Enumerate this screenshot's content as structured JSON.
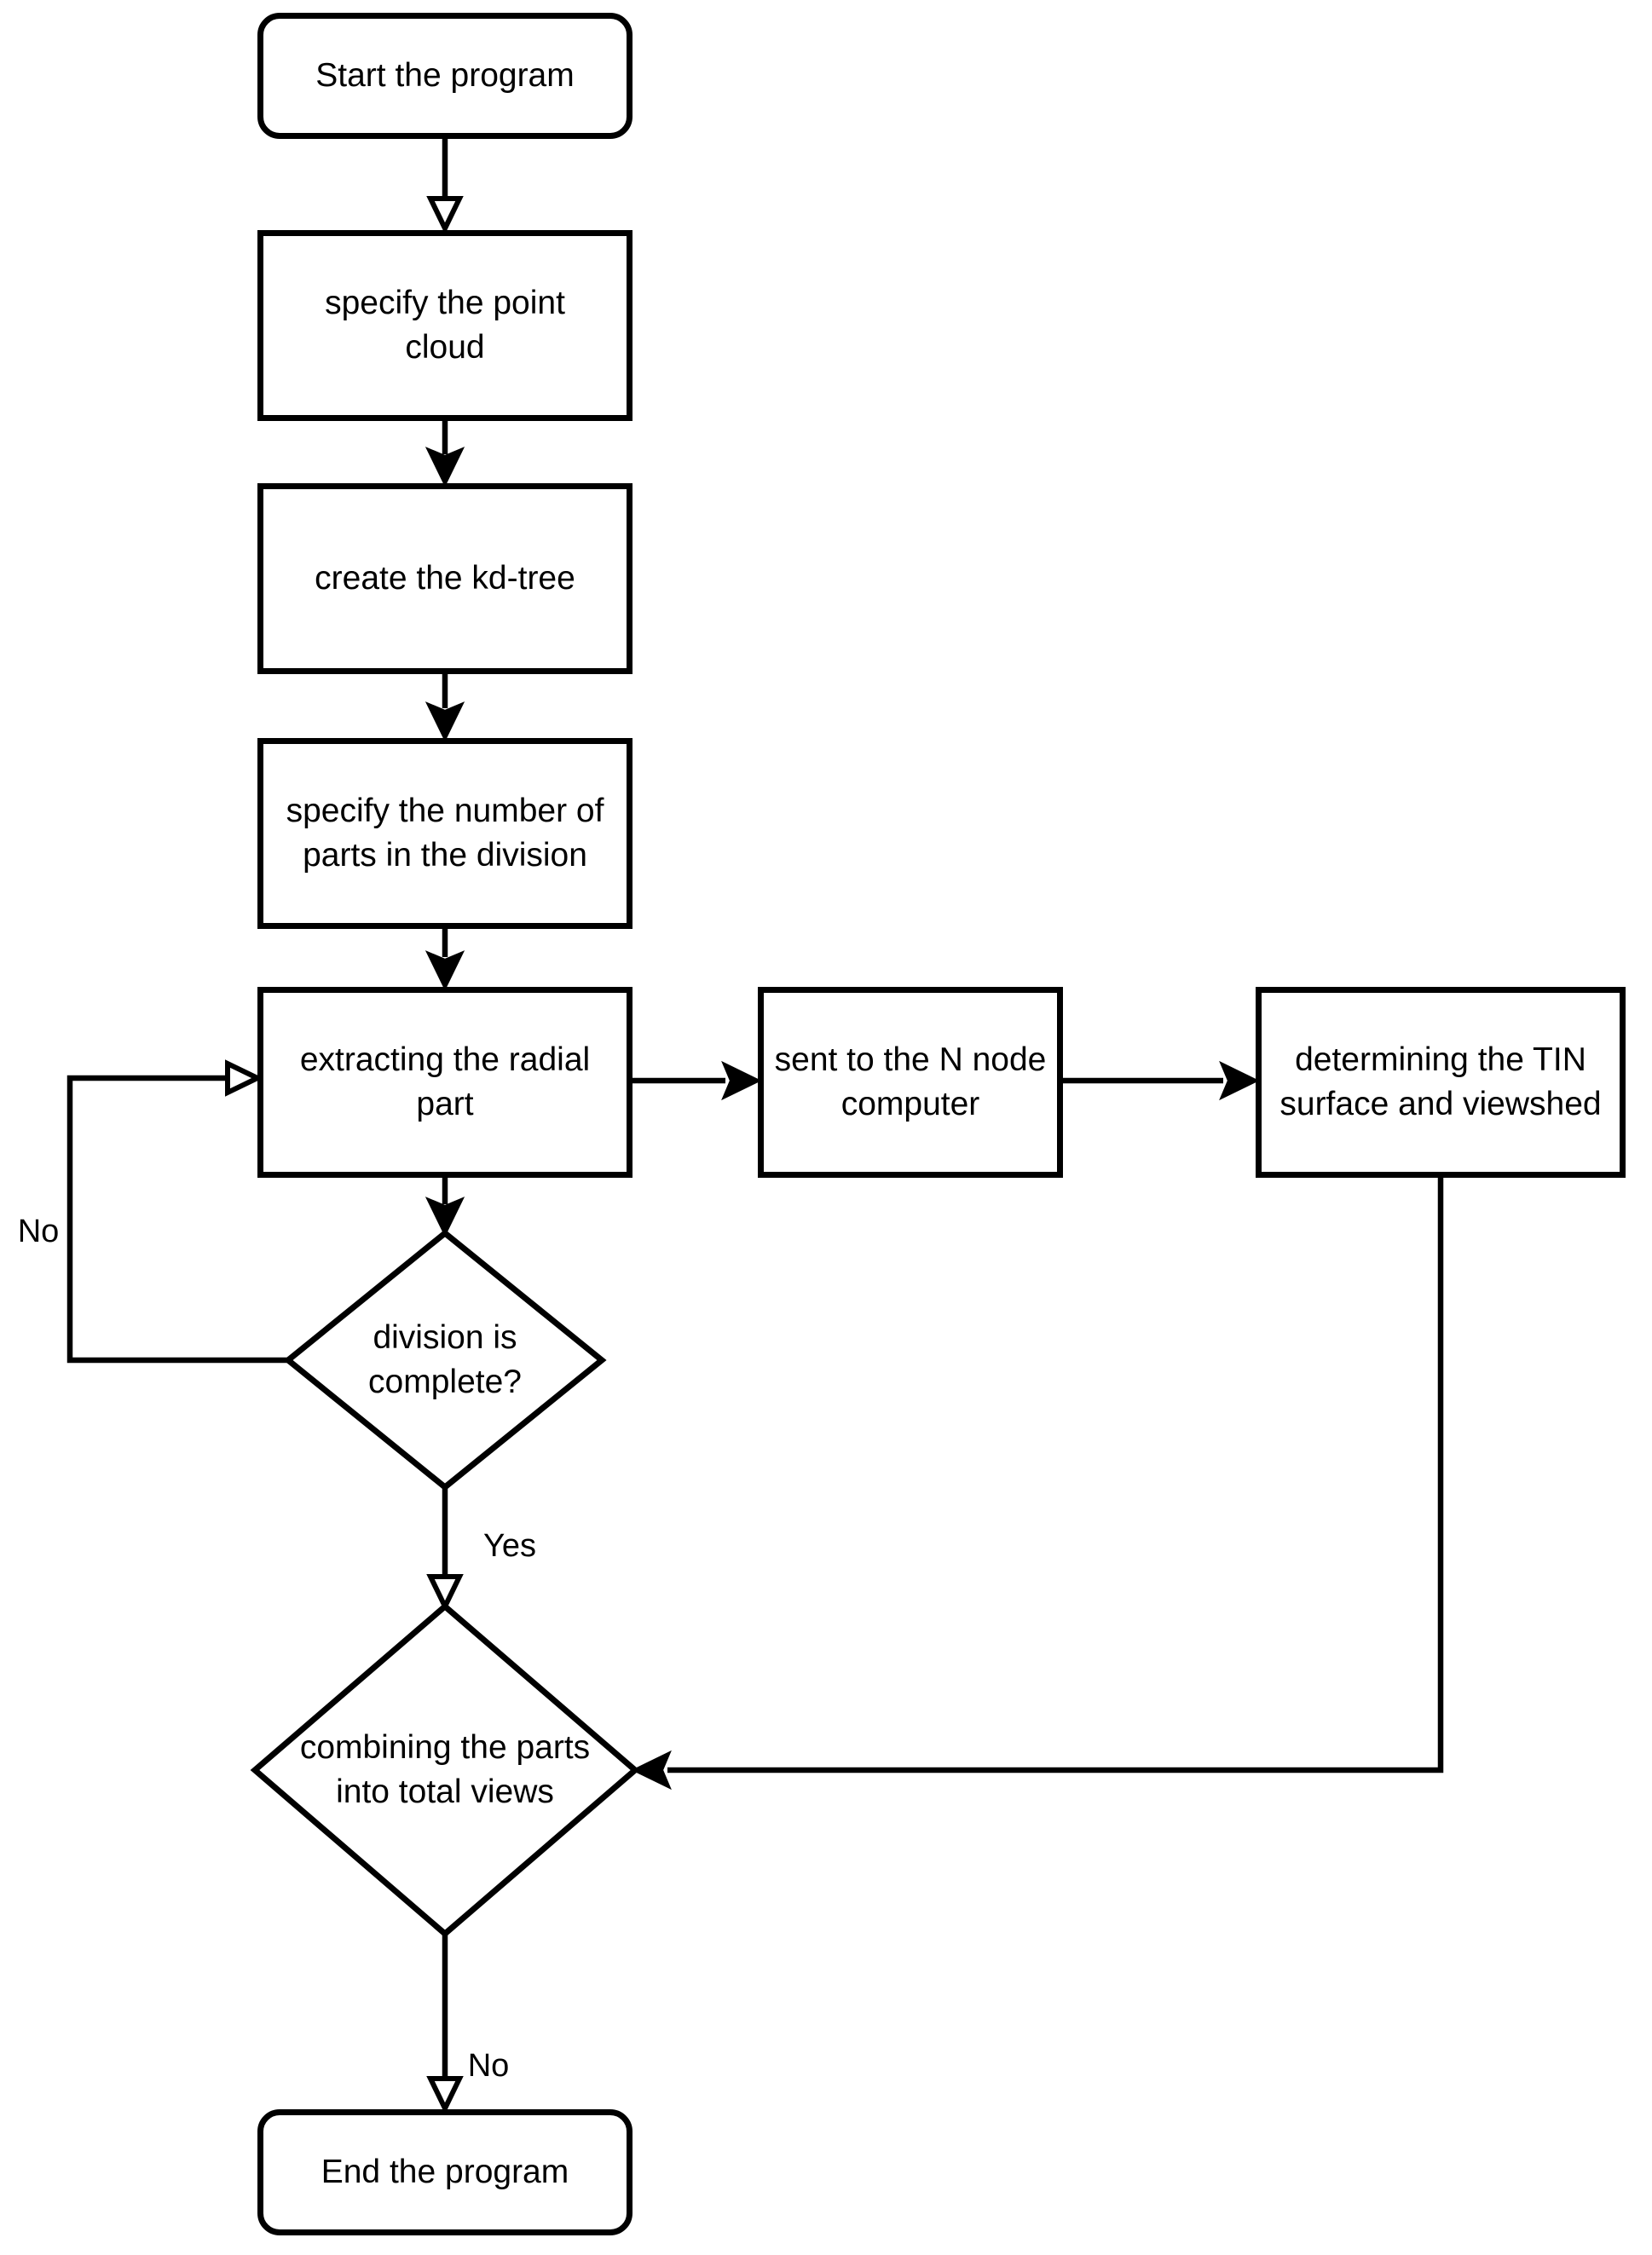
{
  "figure": {
    "background_color": "#ffffff",
    "line_color": "#000000",
    "fill_color": "#ffffff"
  },
  "nodes": {
    "start": {
      "shape": "rounded-rect",
      "label": "Start the program"
    },
    "specify_cloud": {
      "shape": "rect",
      "label": "specify the point\ncloud"
    },
    "create_kdtree": {
      "shape": "rect",
      "label": "create the kd-tree"
    },
    "specify_parts": {
      "shape": "rect",
      "label": "specify the number of\nparts in the division"
    },
    "extract_radial": {
      "shape": "rect",
      "label": "extracting the radial\npart"
    },
    "sent_node": {
      "shape": "rect",
      "label": "sent to the N node\ncomputer"
    },
    "determine_tin": {
      "shape": "rect",
      "label": "determining the TIN\nsurface and viewshed"
    },
    "division_complete": {
      "shape": "diamond",
      "label": "division is\ncomplete?"
    },
    "combine_views": {
      "shape": "diamond",
      "label": "combining the parts\ninto total views"
    },
    "end": {
      "shape": "rounded-rect",
      "label": "End the program"
    }
  },
  "edge_labels": {
    "loop_no": "No",
    "yes": "Yes",
    "end_no": "No"
  }
}
